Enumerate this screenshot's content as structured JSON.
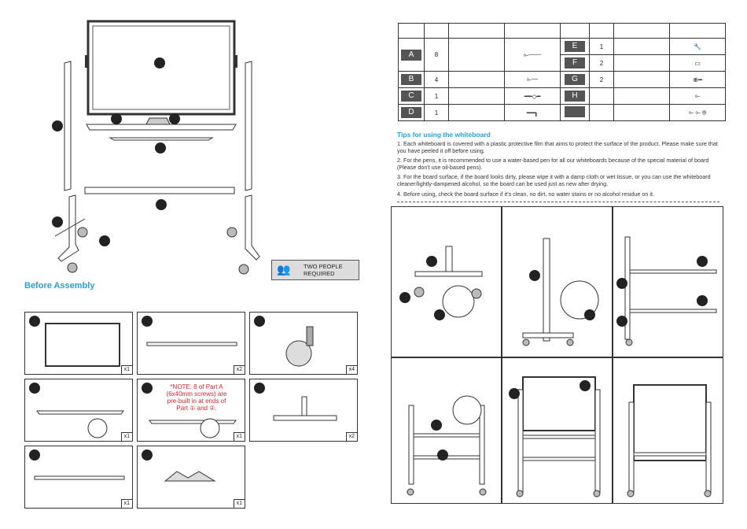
{
  "left_page": {
    "section_title": "Before Assembly",
    "two_people_label": "TWO PEOPLE REQUIRED",
    "parts_panels": [
      {
        "qty": "x1"
      },
      {
        "qty": "x2"
      },
      {
        "qty": "x4"
      },
      {
        "qty": "x1"
      },
      {
        "qty": "x1",
        "note": "*NOTE: 8 of Part A (6x40mm screws) are pre-built in at ends of Part ① and ②."
      },
      {
        "qty": "x2"
      },
      {
        "qty": "x1"
      },
      {
        "qty": "x1"
      }
    ]
  },
  "parts_table": {
    "rows": [
      {
        "left_letter": "A",
        "left_qty": "8",
        "right_letter": "E",
        "right_qty": "1"
      },
      {
        "left_letter": "",
        "left_qty": "",
        "right_letter": "F",
        "right_qty": "2"
      },
      {
        "left_letter": "B",
        "left_qty": "4",
        "right_letter": "G",
        "right_qty": "2"
      },
      {
        "left_letter": "C",
        "left_qty": "1",
        "right_letter": "H",
        "right_qty": ""
      },
      {
        "left_letter": "D",
        "left_qty": "1",
        "right_letter": "",
        "right_qty": ""
      }
    ]
  },
  "tips": {
    "title": "Tips for using the whiteboard",
    "items": [
      "1. Each whiteboard is covered with a plastic protective film that aims to protect the surface of the product. Please make sure that you have peeled it off before using.",
      "2. For the pens, it is recommended to use a water-based pen for all our whiteboards because of the special material of board (Please don't use oil-based pens).",
      "3. For the board surface, if the board looks dirty, please wipe it with a damp cloth or wet tissue, or you can use the whiteboard cleaner/lightly-dampened alcohol, so the board can be used just as new after drying.",
      "4. Before using, check the board surface if it's clean, no dirt, no water stains or no alcohol residue on it."
    ]
  }
}
